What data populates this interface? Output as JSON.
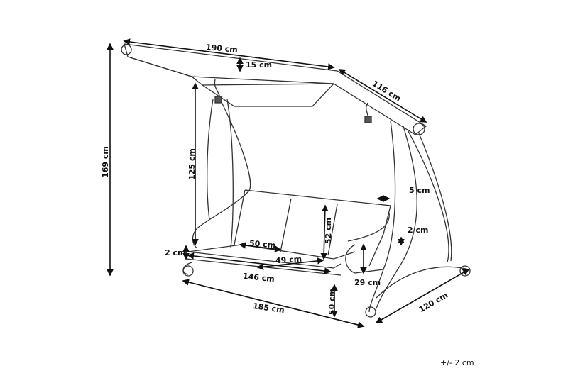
{
  "dimensions": {
    "canopy_width": "190 cm",
    "canopy_overhang": "15 cm",
    "canopy_depth": "116 cm",
    "total_height": "169 cm",
    "seat_frame_height": "125 cm",
    "frame_tube_width": "5 cm",
    "frame_tube_gap_right": "2 cm",
    "backrest_height": "52 cm",
    "seat_depth": "50 cm",
    "seat_cushion_thickness": "2 cm",
    "seat_cushion_depth": "49 cm",
    "seat_width": "146 cm",
    "armrest_height": "29 cm",
    "total_width": "185 cm",
    "seat_height": "50 cm",
    "total_depth": "120 cm"
  },
  "tolerance": "+/- 2 cm"
}
